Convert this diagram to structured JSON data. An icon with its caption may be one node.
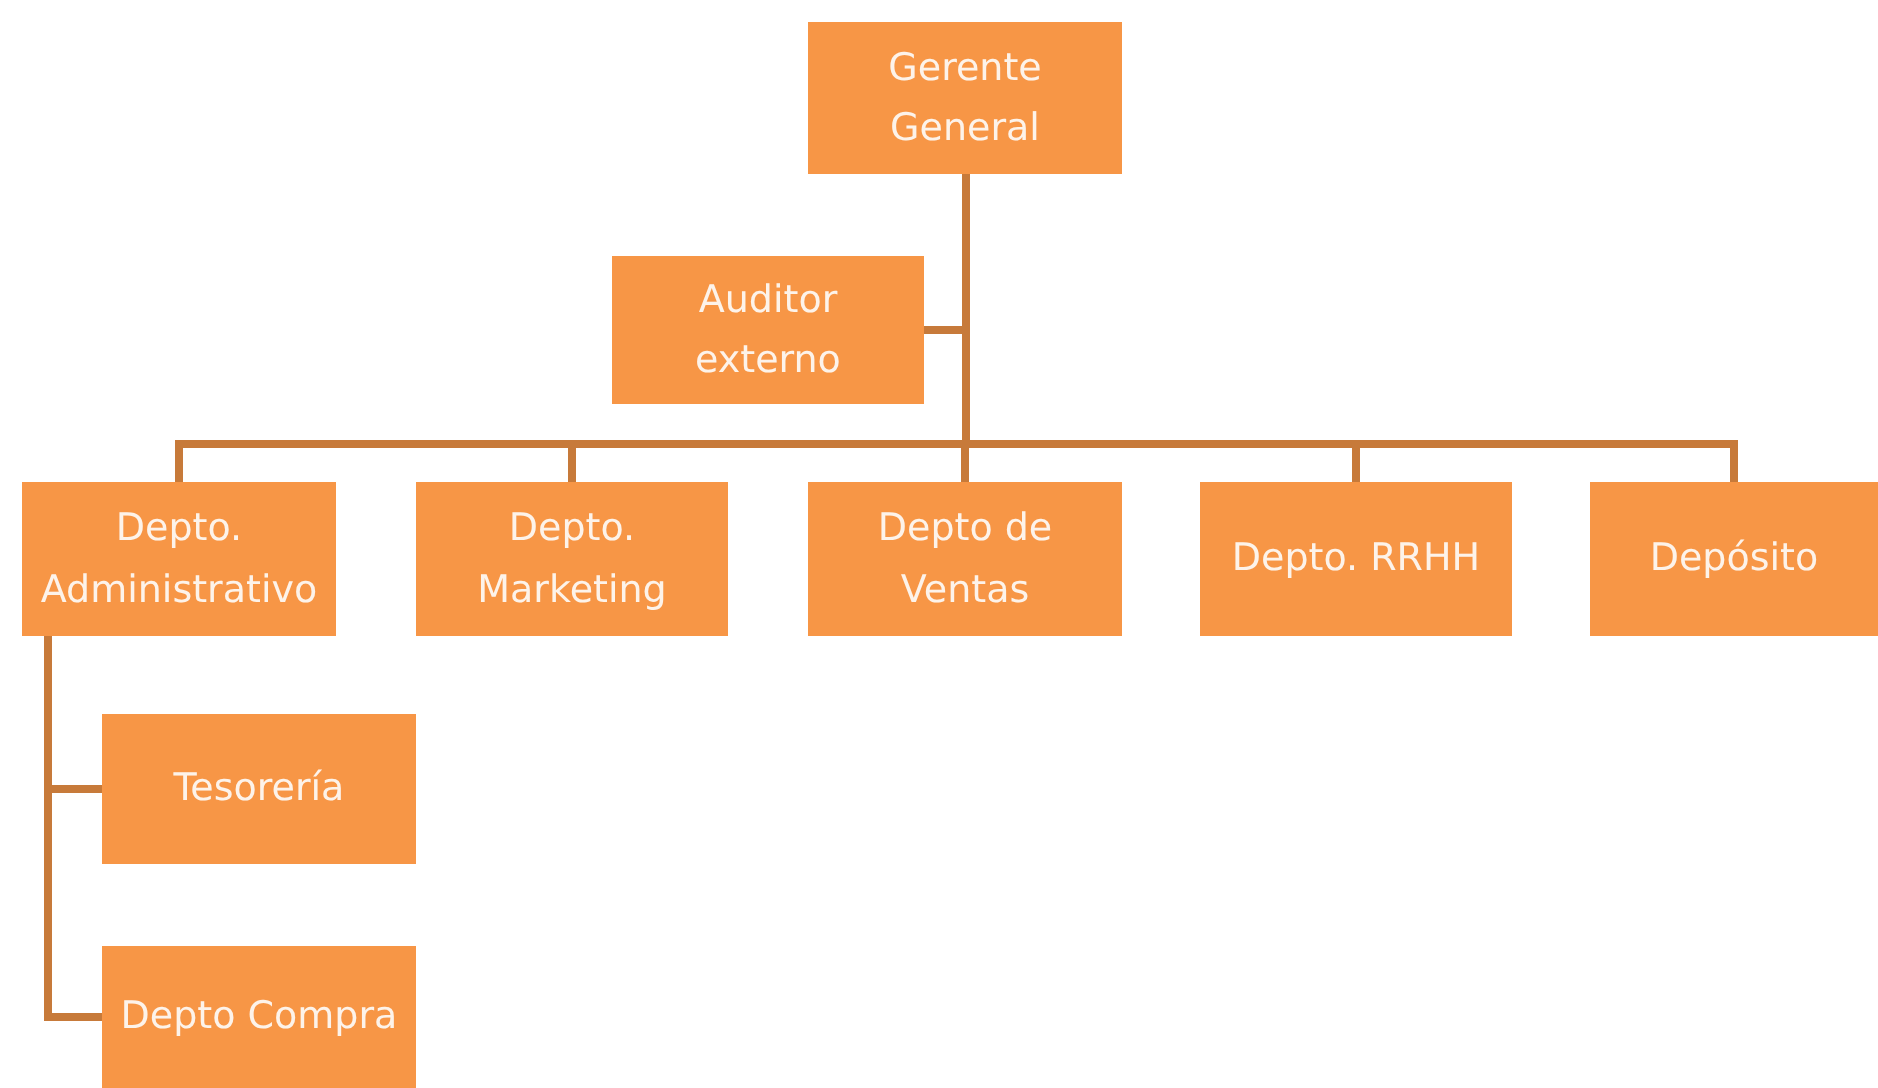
{
  "diagram": {
    "nodes": [
      {
        "text": [
          "Gerente General"
        ]
      },
      {
        "text": [
          "Auditor externo"
        ]
      },
      {
        "text": [
          "Depto. Administrativo"
        ]
      },
      {
        "text": [
          "Depto. Marketing"
        ]
      },
      {
        "text": [
          "Depto de Ventas"
        ]
      },
      {
        "text": [
          "Depto. RRHH"
        ]
      },
      {
        "text": [
          "Depósito"
        ]
      },
      {
        "text": [
          "Tesorería"
        ]
      },
      {
        "text": [
          "Depto Compra"
        ]
      }
    ],
    "edges": [
      {
        "from": 0,
        "to": 1,
        "arrow": "none"
      },
      {
        "from": 0,
        "to": 2,
        "arrow": "none"
      },
      {
        "from": 0,
        "to": 3,
        "arrow": "none"
      },
      {
        "from": 0,
        "to": 4,
        "arrow": "none"
      },
      {
        "from": 0,
        "to": 5,
        "arrow": "none"
      },
      {
        "from": 0,
        "to": 6,
        "arrow": "none"
      },
      {
        "from": 2,
        "to": 7,
        "arrow": "none"
      },
      {
        "from": 2,
        "to": 8,
        "arrow": "none"
      }
    ]
  }
}
